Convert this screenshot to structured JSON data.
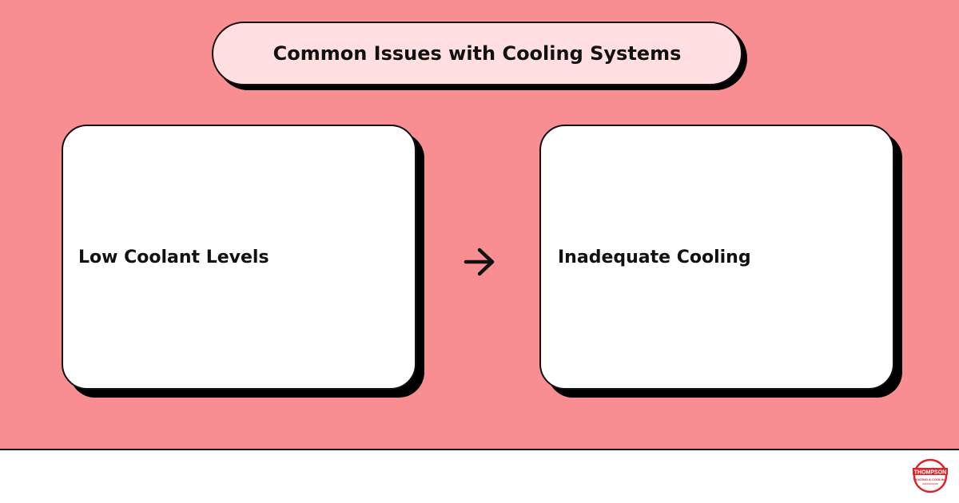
{
  "title": "Common Issues with Cooling Systems",
  "cards": [
    {
      "label": "Low Coolant Levels"
    },
    {
      "label": "Inadequate Cooling"
    }
  ],
  "connector_icon": "arrow-right-icon",
  "logo": {
    "icon": "company-logo-icon",
    "line1": "THOMPSON",
    "line2": "HEATING & COOLING"
  },
  "colors": {
    "background": "#f98e92",
    "title_fill": "#ffdfe1",
    "card_fill": "#ffffff",
    "shadow": "#000000",
    "footer": "#ffffff",
    "logo_red": "#d9262c"
  }
}
